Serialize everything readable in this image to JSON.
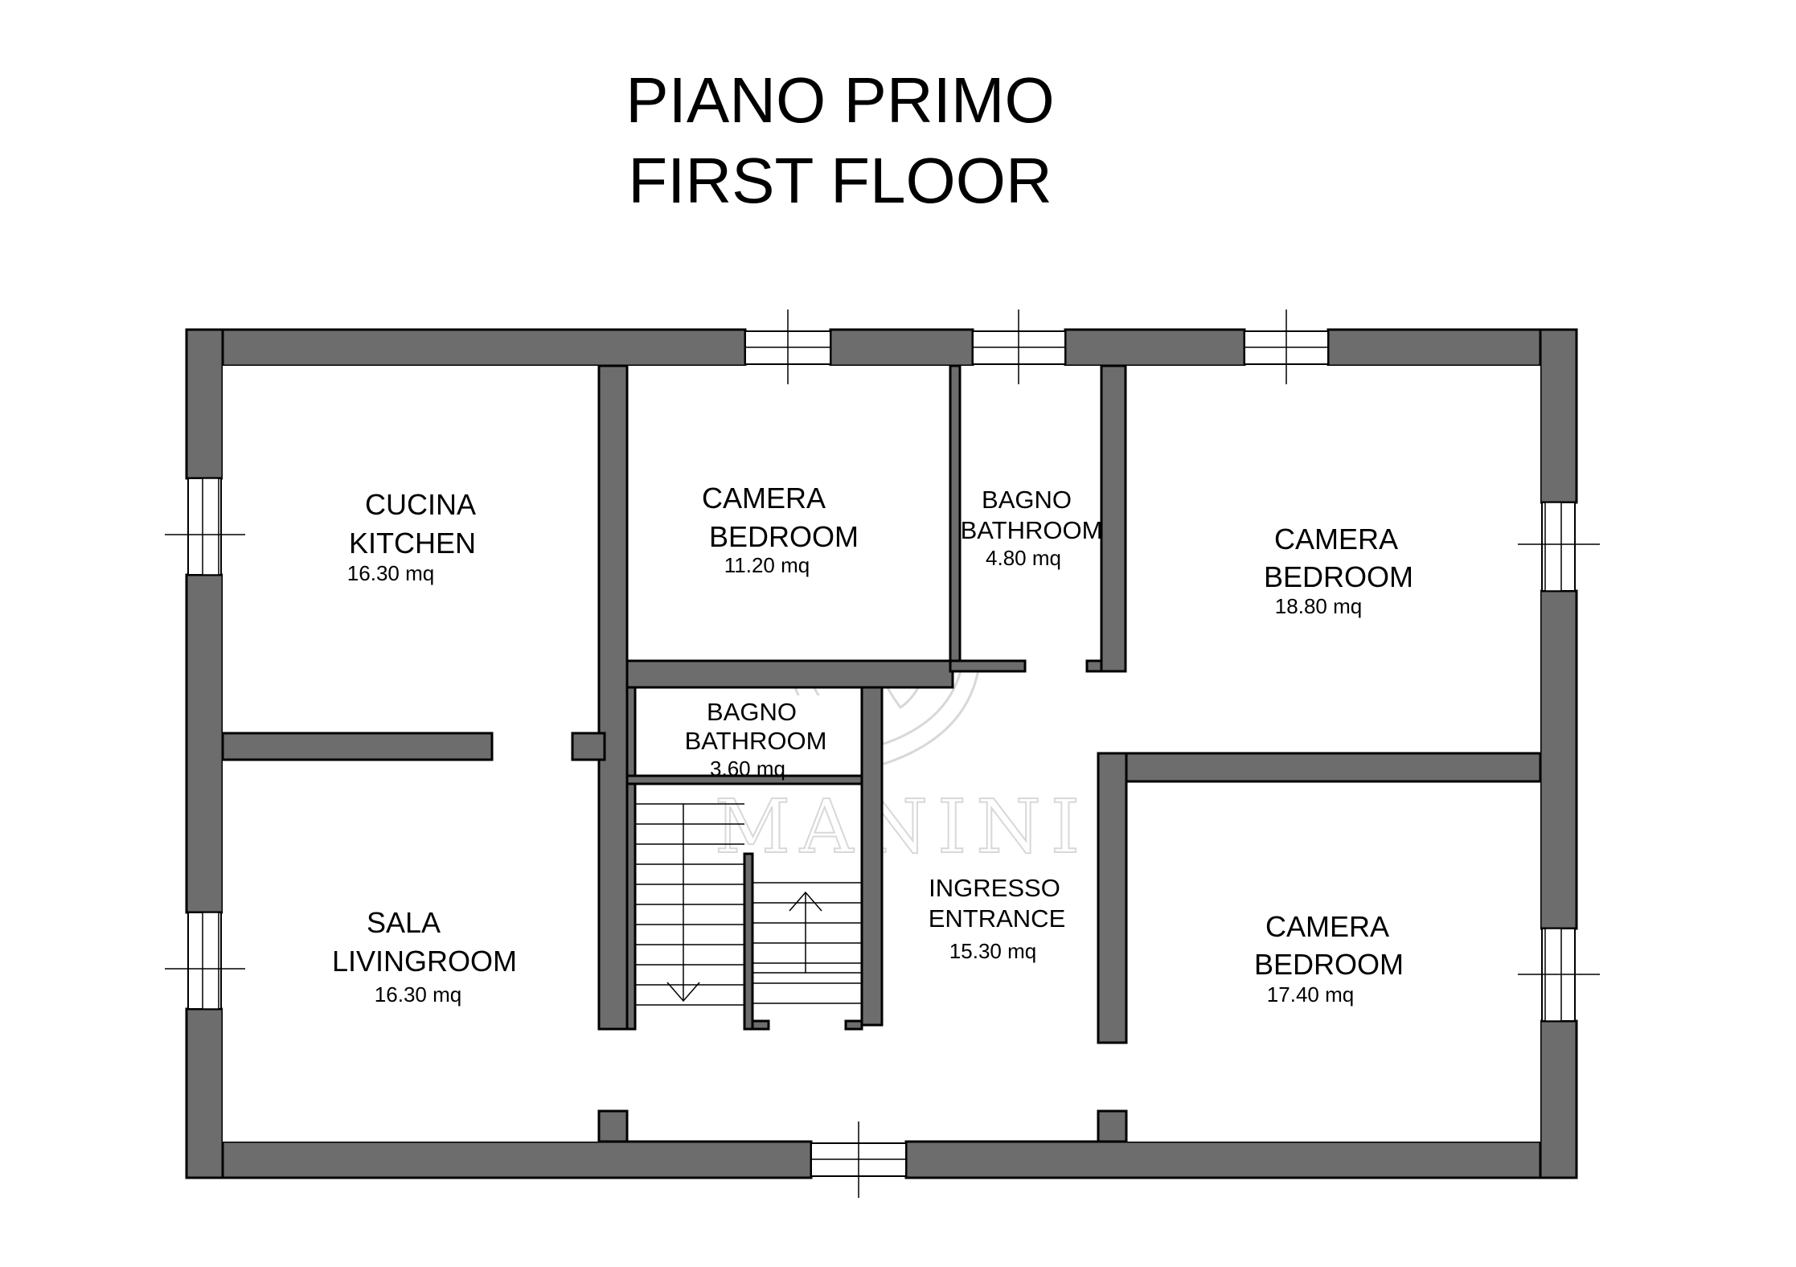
{
  "title": {
    "line1": "PIANO PRIMO",
    "line2": "FIRST FLOOR"
  },
  "watermark": {
    "text": "MANINI"
  },
  "rooms": {
    "kitchen": {
      "name_it": "CUCINA",
      "name_en": "KITCHEN",
      "area": "16.30 mq"
    },
    "bedroom1": {
      "name_it": "CAMERA",
      "name_en": "BEDROOM",
      "area": "11.20 mq"
    },
    "bathroom1": {
      "name_it": "BAGNO",
      "name_en": "BATHROOM",
      "area": "4.80 mq"
    },
    "bedroom2": {
      "name_it": "CAMERA",
      "name_en": "BEDROOM",
      "area": "18.80 mq"
    },
    "bathroom2": {
      "name_it": "BAGNO",
      "name_en": "BATHROOM",
      "area": "3.60 mq"
    },
    "living": {
      "name_it": "SALA",
      "name_en": "LIVINGROOM",
      "area": "16.30 mq"
    },
    "entrance": {
      "name_it": "INGRESSO",
      "name_en": "ENTRANCE",
      "area": "15.30 mq"
    },
    "bedroom3": {
      "name_it": "CAMERA",
      "name_en": "BEDROOM",
      "area": "17.40 mq"
    }
  },
  "colors": {
    "wall": "#6d6d6d",
    "background": "#ffffff",
    "watermark": "#c8c8c8"
  }
}
